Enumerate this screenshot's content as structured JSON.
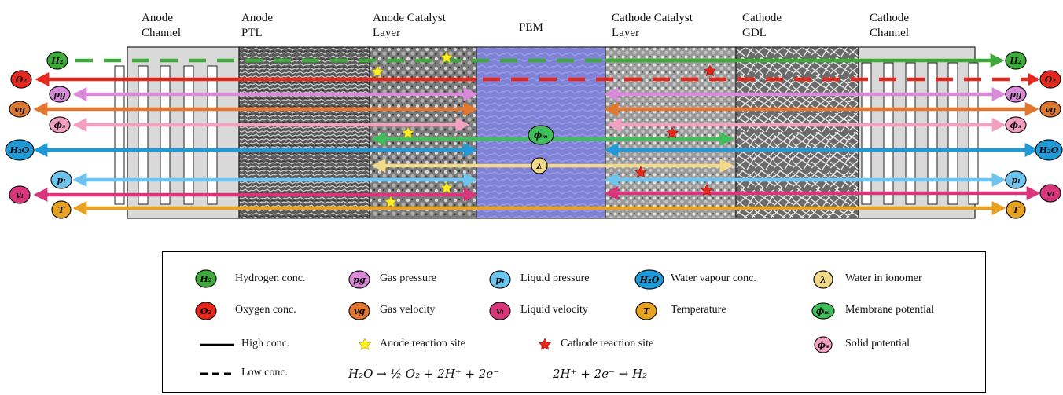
{
  "headers": {
    "anode_channel": [
      "Anode",
      "Channel"
    ],
    "anode_ptl": [
      "Anode",
      "PTL"
    ],
    "anode_cl": [
      "Anode Catalyst",
      "Layer"
    ],
    "pem": [
      "PEM"
    ],
    "cathode_cl": [
      "Cathode Catalyst",
      "Layer"
    ],
    "cathode_gdl": [
      "Cathode",
      "GDL"
    ],
    "cathode_channel": [
      "Cathode",
      "Channel"
    ]
  },
  "variables": {
    "H2": {
      "symbol": "H₂",
      "color": "#3daa3a"
    },
    "O2": {
      "symbol": "O₂",
      "color": "#e8271c"
    },
    "pg": {
      "symbol": "pɡ",
      "color": "#d98ad8"
    },
    "vg": {
      "symbol": "vɡ",
      "color": "#e2772f"
    },
    "phis": {
      "symbol": "ϕₛ",
      "color": "#f4a0c0"
    },
    "H2O": {
      "symbol": "H₂O",
      "color": "#1f9ad6"
    },
    "phim": {
      "symbol": "ϕₘ",
      "color": "#3fbf5a"
    },
    "lambda": {
      "symbol": "λ",
      "color": "#f3d98a"
    },
    "pl": {
      "symbol": "pₗ",
      "color": "#6cc4ef"
    },
    "vl": {
      "symbol": "vₗ",
      "color": "#d9357a"
    },
    "T": {
      "symbol": "T",
      "color": "#e8a21f"
    }
  },
  "legend": {
    "H2": "Hydrogen conc.",
    "O2": "Oxygen conc.",
    "pg": "Gas pressure",
    "vg": "Gas velocity",
    "pl": "Liquid pressure",
    "vl": "Liquid velocity",
    "H2O": "Water vapour conc.",
    "T": "Temperature",
    "lambda": "Water in ionomer",
    "phim": "Membrane potential",
    "phis": "Solid potential",
    "high": "High conc.",
    "low": "Low conc.",
    "anode_site": "Anode reaction site",
    "cathode_site": "Cathode reaction site",
    "anode_eq": "H₂O → ½ O₂ + 2H⁺ + 2e⁻",
    "cathode_eq": "2H⁺ + 2e⁻ → H₂"
  },
  "colors": {
    "pem": "#7f82d6",
    "channel_bg": "#d9d9d9",
    "star_anode": "#ffee22",
    "star_cathode": "#e8271c"
  }
}
